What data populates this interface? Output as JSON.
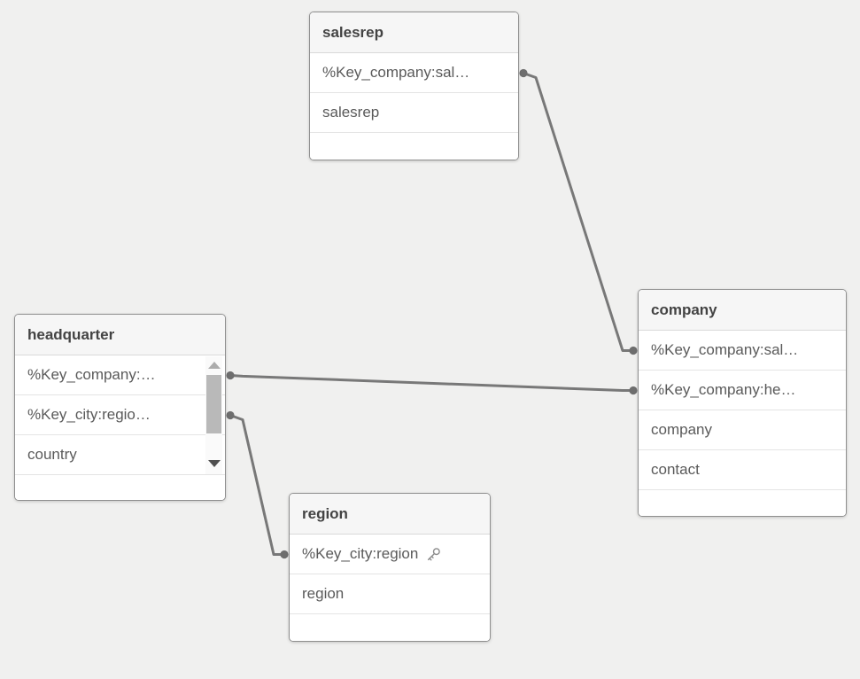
{
  "canvas": {
    "background": "#f0f0ef"
  },
  "colors": {
    "connector_line": "#787878",
    "connector_dot": "#6e6e6e",
    "card_border": "#8f8f8f",
    "header_background": "#f6f6f6",
    "header_text": "#434343",
    "field_text": "#5a5a5a"
  },
  "tables": [
    {
      "id": "salesrep",
      "title": "salesrep",
      "fields": [
        {
          "name": "%Key_company:sal…"
        },
        {
          "name": "salesrep"
        }
      ]
    },
    {
      "id": "company",
      "title": "company",
      "fields": [
        {
          "name": "%Key_company:sal…"
        },
        {
          "name": "%Key_company:he…"
        },
        {
          "name": "company"
        },
        {
          "name": "contact"
        }
      ]
    },
    {
      "id": "headquarter",
      "title": "headquarter",
      "has_scrollbar": true,
      "fields": [
        {
          "name": "%Key_company:…"
        },
        {
          "name": "%Key_city:regio…"
        },
        {
          "name": "country"
        }
      ]
    },
    {
      "id": "region",
      "title": "region",
      "fields": [
        {
          "name": "%Key_city:region",
          "key_icon": true
        },
        {
          "name": "region"
        }
      ]
    }
  ],
  "connections": [
    {
      "from": {
        "table": "salesrep",
        "row": 0,
        "side": "right"
      },
      "to": {
        "table": "company",
        "row": 0,
        "side": "left"
      }
    },
    {
      "from": {
        "table": "headquarter",
        "row": 0,
        "side": "right"
      },
      "to": {
        "table": "company",
        "row": 1,
        "side": "left"
      }
    },
    {
      "from": {
        "table": "headquarter",
        "row": 1,
        "side": "right"
      },
      "to": {
        "table": "region",
        "row": 0,
        "side": "left"
      }
    }
  ]
}
